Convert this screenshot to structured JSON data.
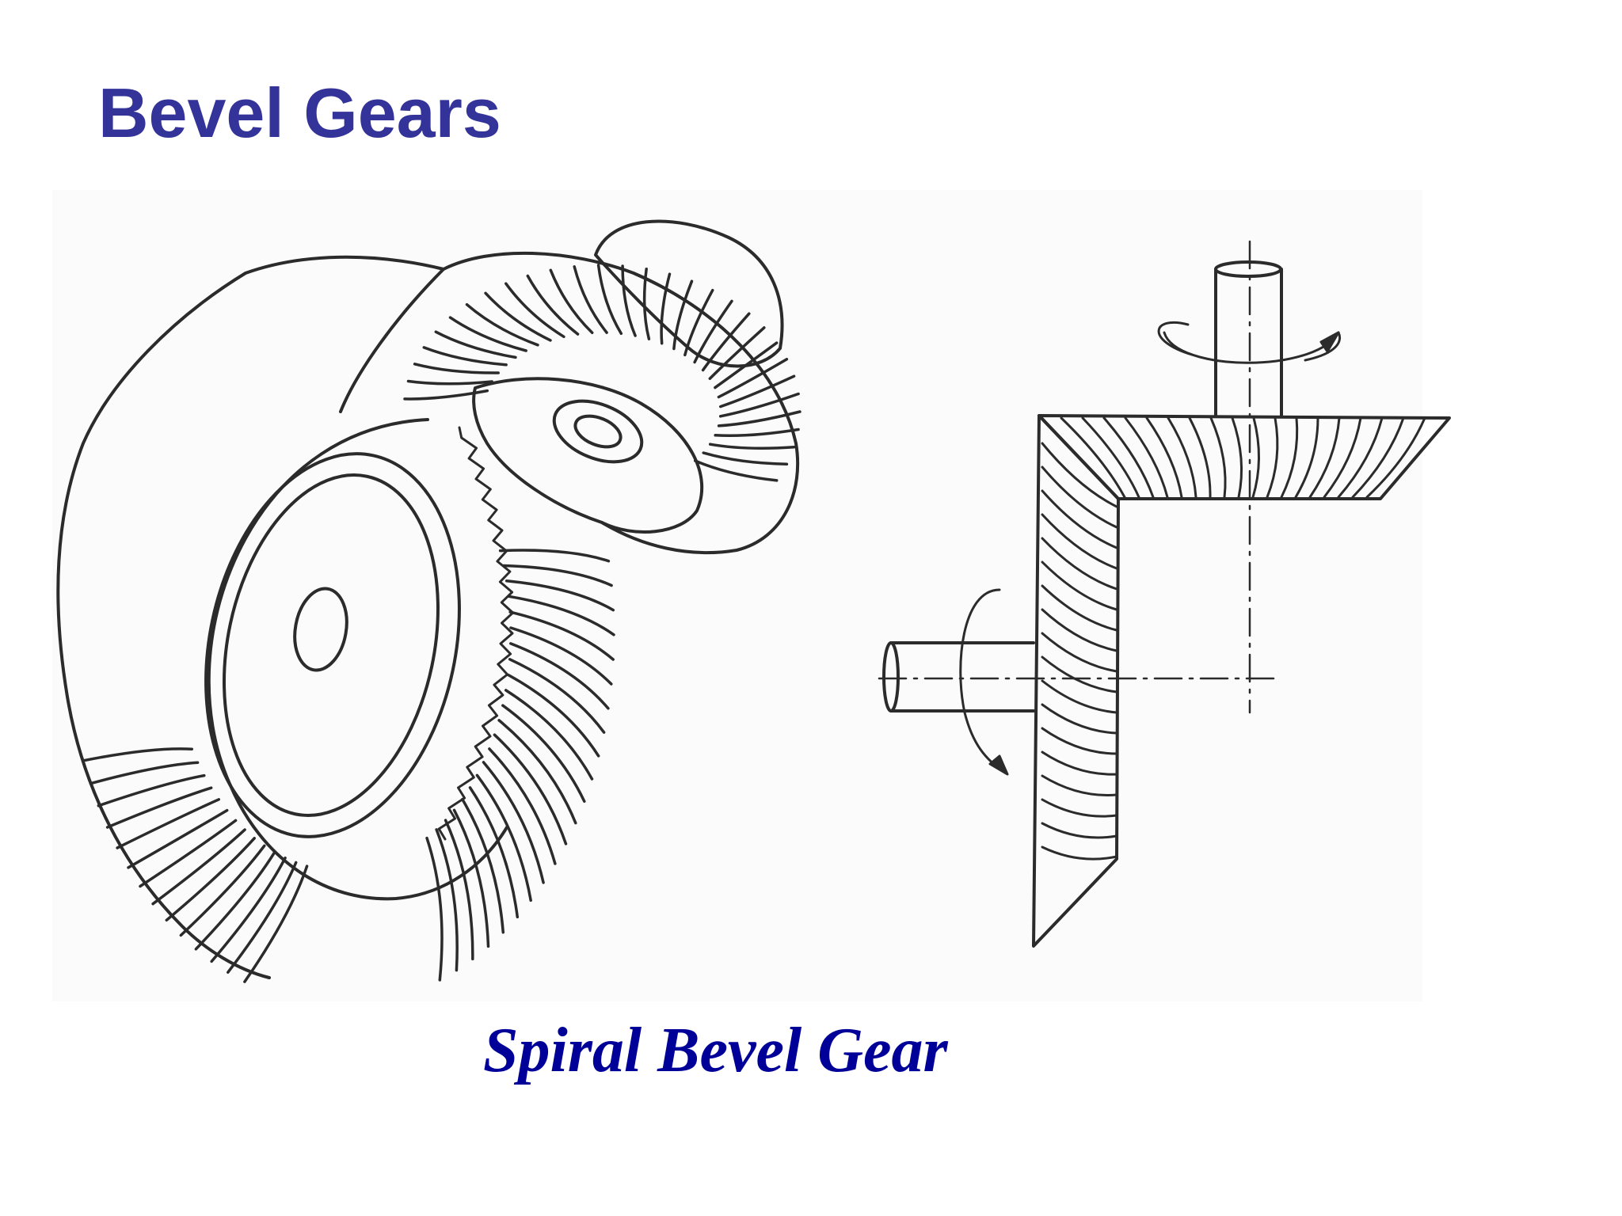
{
  "slide": {
    "title": "Bevel Gears",
    "caption": "Spiral Bevel Gear"
  },
  "colors": {
    "title": "#333399",
    "caption": "#000099",
    "line_art": "#2b2b2b",
    "background": "#ffffff",
    "figure_background": "#fbfbfb"
  },
  "figure": {
    "left_drawing": "spiral-bevel-gear-pair-perspective",
    "right_drawing": "spiral-bevel-gear-cross-section-with-shafts"
  }
}
